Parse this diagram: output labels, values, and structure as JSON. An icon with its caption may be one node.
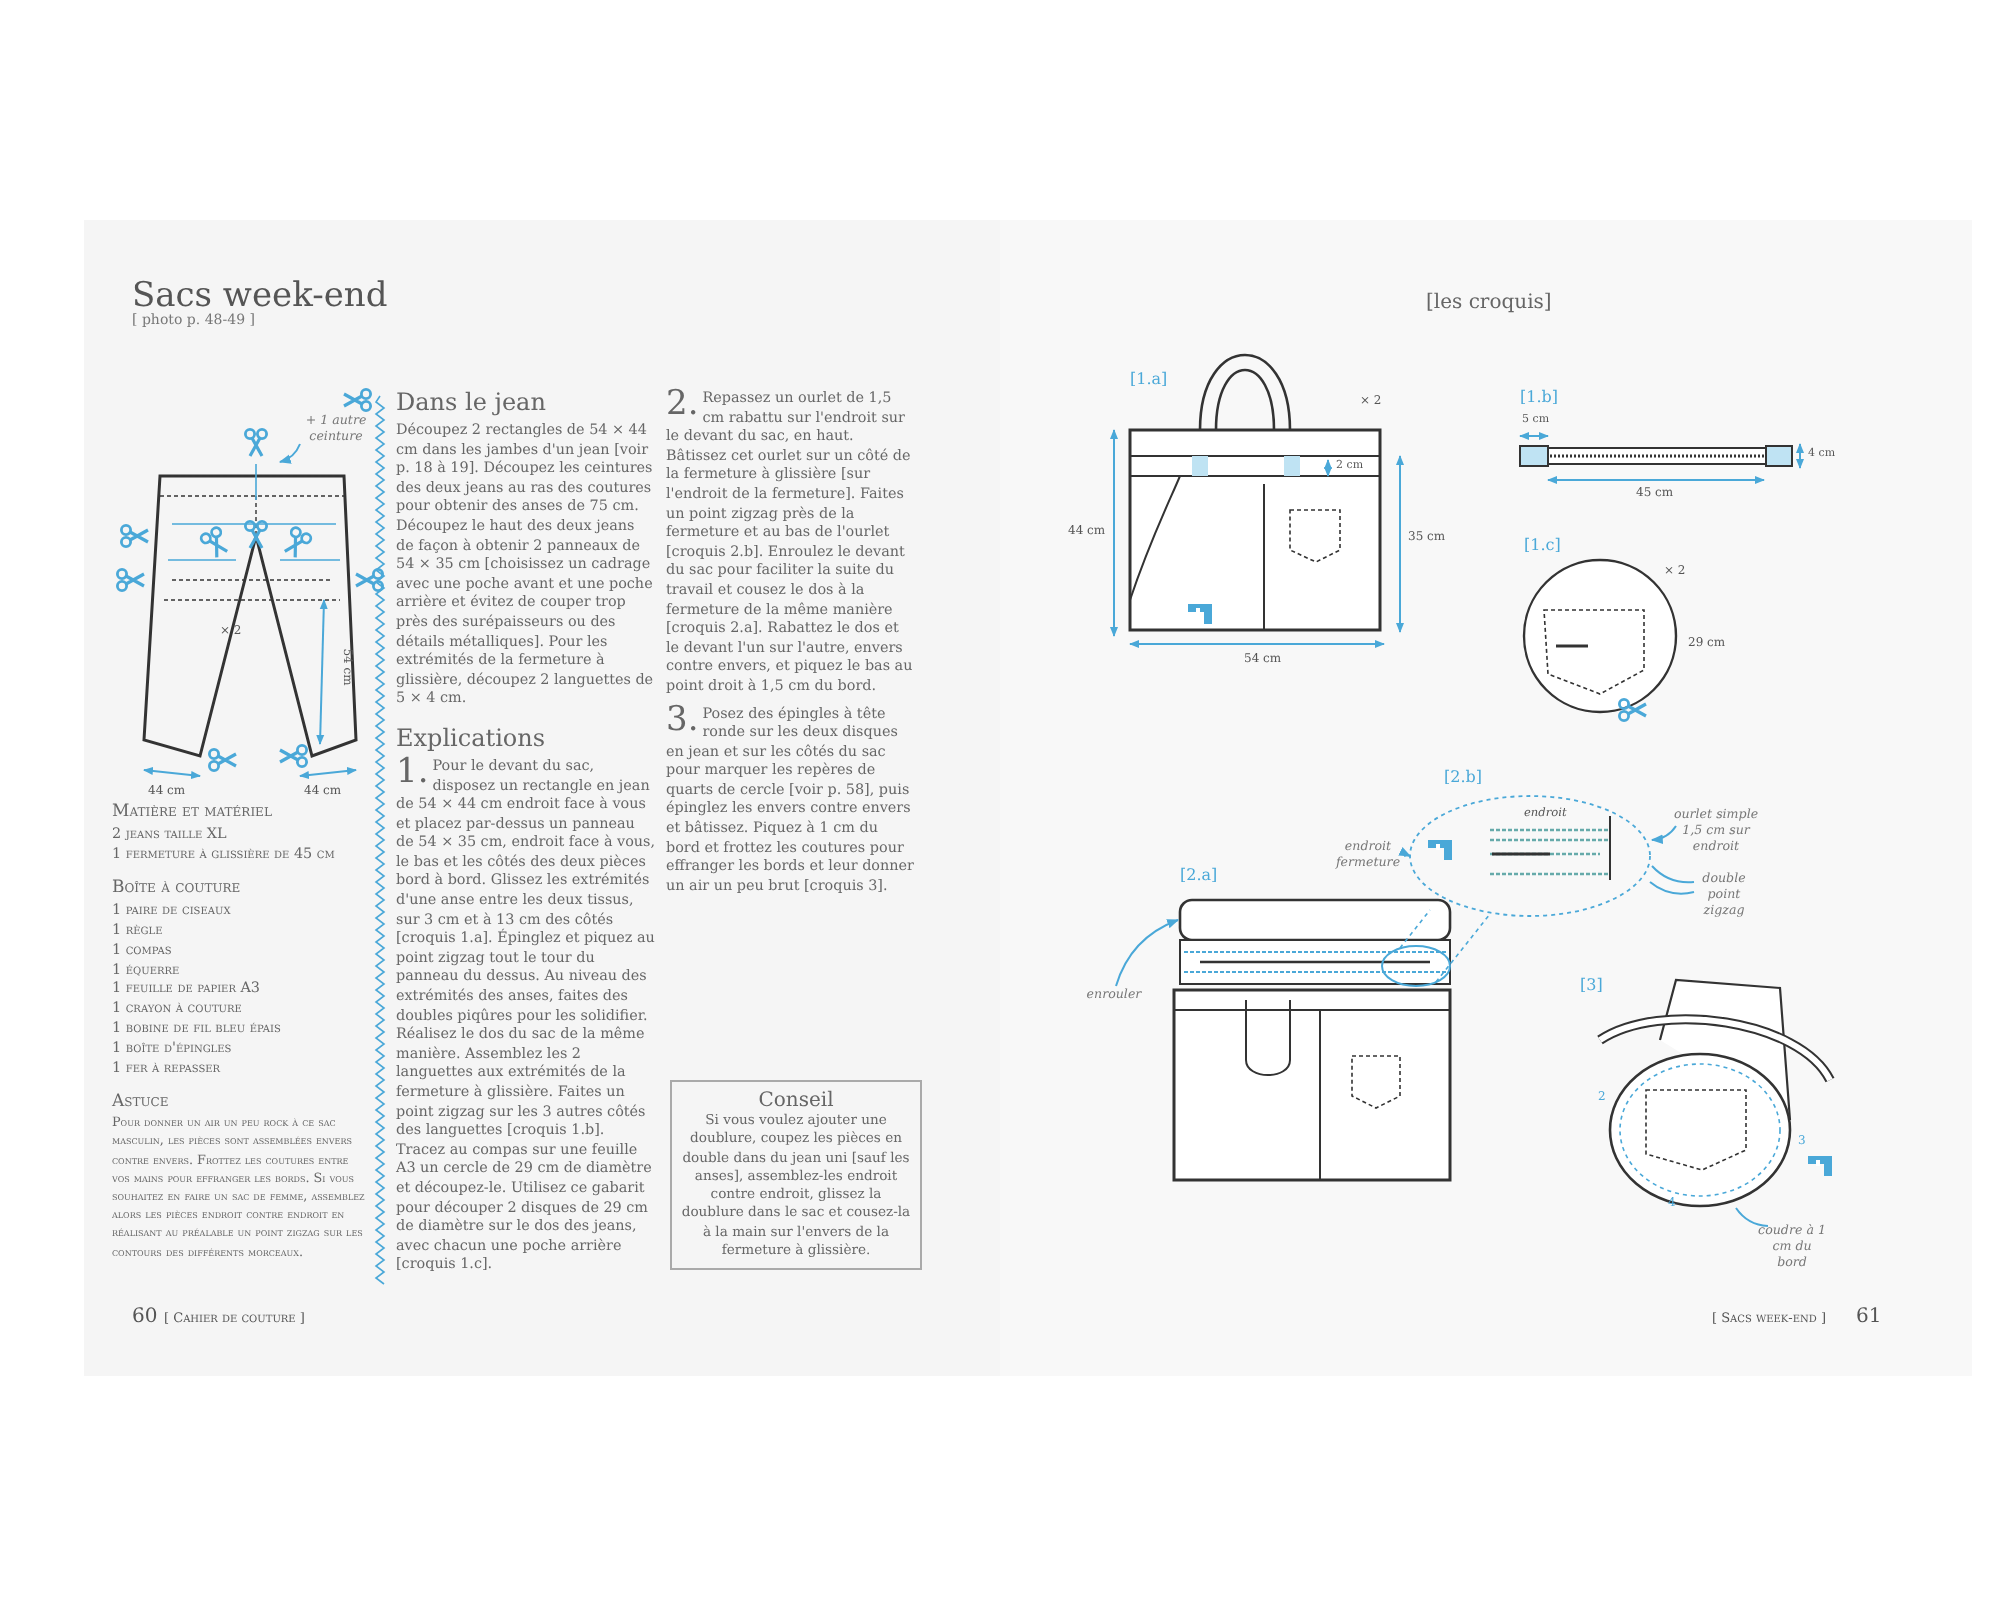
{
  "diagram": {
    "title": "Sacs week-end",
    "nodes": [
      {
        "text": [
          "+ 1 autre ceinture"
        ]
      },
      {
        "text": [
          "Conseil",
          "Si vous voulez ajouter une doublure, coupez les pièces en double dans du jean uni [sauf les anses], assemblez-les endroit contre endroit, glissez la doublure dans le sac et cousez-la à la main sur l'envers de la fermeture à glissière."
        ]
      },
      {
        "text": [
          "enrouler"
        ]
      },
      {
        "text": [
          "endroit fermeture"
        ]
      },
      {
        "text": [
          "ourlet simple 1,5 cm sur endroit"
        ]
      },
      {
        "text": [
          "double point zigzag"
        ]
      },
      {
        "text": [
          "coudre à 1 cm du bord"
        ]
      },
      {
        "text": [],
        "shape": "picture"
      },
      {
        "text": [],
        "shape": "picture"
      },
      {
        "text": [],
        "shape": "picture"
      },
      {
        "text": [],
        "shape": "picture"
      }
    ],
    "edges": [
      {
        "from": 0,
        "to": 7,
        "arrow": "to"
      },
      {
        "from": 2,
        "to": 8,
        "arrow": "to"
      },
      {
        "from": 3,
        "to": 9,
        "arrow": "to"
      },
      {
        "from": 4,
        "to": 9,
        "arrow": "to"
      },
      {
        "from": 5,
        "to": 9,
        "arrow": "none"
      },
      {
        "from": 5,
        "to": 9,
        "arrow": "none"
      },
      {
        "from": 6,
        "to": 10,
        "arrow": "none"
      }
    ],
    "labels": [
      "[ photo p. 48-49 ]",
      "× 2",
      "54 cm",
      "44 cm",
      "44 cm",
      "Matière et matériel",
      "2 jeans taille XL",
      "1 fermeture à glissière de 45 cm",
      "Boîte à couture",
      "1 paire de ciseaux",
      "1 règle",
      "1 compas",
      "1 équerre",
      "1 feuille de papier A3",
      "1 crayon à couture",
      "1 bobine de fil bleu épais",
      "1 boîte d'épingles",
      "1 fer à repasser",
      "Astuce",
      "Pour donner un air un peu rock à ce sac masculin, les pièces sont assemblées envers contre envers. Frottez les coutures entre vos mains pour effranger les bords. Si vous souhaitez en faire un sac de femme, assemblez alors les pièces endroit contre endroit en réalisant au préalable un point zigzag sur les contours des différents morceaux.",
      "60",
      "[ Cahier de couture ]",
      "Dans le jean",
      "Découpez 2 rectangles de 54 × 44 cm dans les jambes d'un jean [voir p. 18 à 19]. Découpez les ceintures des deux jeans au ras des coutures pour obtenir des anses de 75 cm. Découpez le haut des deux jeans de façon à obtenir 2 panneaux de 54 × 35 cm [choisissez un cadrage avec une poche avant et une poche arrière et évitez de couper trop près des surépaisseurs ou des détails métalliques]. Pour les extrémités de la fermeture à glissière, découpez 2 languettes de 5 × 4 cm.",
      "Explications",
      "1.",
      "Pour le devant du sac, disposez un rectangle en jean de 54 × 44 cm endroit face à vous et placez par-dessus un panneau de 54 × 35 cm, endroit face à vous, le bas et les côtés des deux pièces bord à bord. Glissez les extrémités d'une anse entre les deux tissus, sur 3 cm et à 13 cm des côtés [croquis 1.a]. Épinglez et piquez au point zigzag tout le tour du panneau du dessus. Au niveau des extrémités des anses, faites des doubles piqûres pour les solidifier. Réalisez le dos du sac de la même manière. Assemblez les 2 languettes aux extrémités de la fermeture à glissière. Faites un point zigzag sur les 3 autres côtés des languettes [croquis 1.b]. Tracez au compas sur une feuille A3 un cercle de 29 cm de diamètre et découpez-le. Utilisez ce gabarit pour découper 2 disques de 29 cm de diamètre sur le dos des jeans, avec chacun une poche arrière [croquis 1.c].",
      "2.",
      "Repassez un ourlet de 1,5 cm rabattu sur l'endroit sur le devant du sac, en haut. Bâtissez cet ourlet sur un côté de la fermeture à glissière [sur l'endroit de la fermeture]. Faites un point zigzag près de la fermeture et au bas de l'ourlet [croquis 2.b]. Enroulez le devant du sac pour faciliter la suite du travail et cousez le dos à la fermeture de la même manière [croquis 2.a]. Rabattez le dos et le devant l'un sur l'autre, envers contre envers, et piquez le bas au point droit à 1,5 cm du bord.",
      "3.",
      "Posez des épingles à tête ronde sur les deux disques en jean et sur les côtés du sac pour marquer les repères de quarts de cercle [voir p. 58], puis épinglez les envers contre envers et bâtissez. Piquez à 1 cm du bord et frottez les coutures pour effranger les bords et leur donner un air un peu brut [croquis 3].",
      "[les croquis]",
      "[1.a]",
      "× 2",
      "44 cm",
      "35 cm",
      "2 cm",
      "54 cm",
      "[1.b]",
      "5 cm",
      "4 cm",
      "45 cm",
      "[1.c]",
      "× 2",
      "29 cm",
      "[2.b]",
      "endroit",
      "[2.a]",
      "[3]",
      "2",
      "3",
      "4",
      "[ Sacs week-end ]",
      "61"
    ]
  }
}
